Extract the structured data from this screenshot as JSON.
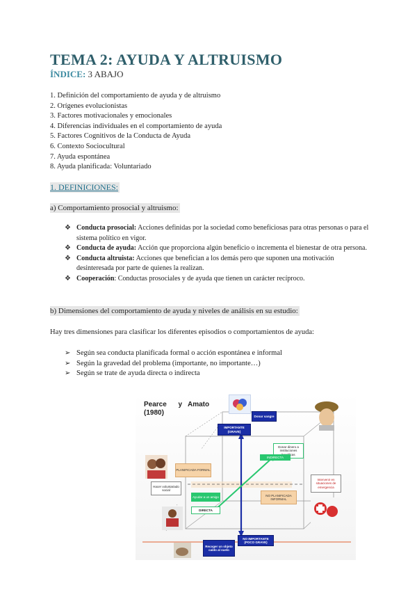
{
  "title": "TEMA 2: AYUDA Y ALTRUISMO",
  "indice": {
    "label": "ÍNDICE:",
    "value": "3 ABAJO"
  },
  "toc": [
    "1. Definición del comportamiento de ayuda y de altruismo",
    "2. Orígenes evolucionistas",
    "3. Factores motivacionales y emocionales",
    "4. Diferencias individuales en el comportamiento de ayuda",
    "5. Factores Cognitivos de la Conducta de Ayuda",
    "6. Contexto Sociocultural",
    "7. Ayuda espontánea",
    "8. Ayuda planificada: Voluntariado"
  ],
  "section1": "1. DEFINICIONES:",
  "subsection_a": "a) Comportamiento prosocial y altruismo:",
  "bullets": [
    {
      "term": "Conducta prosocial:",
      "text": " Acciones definidas por la sociedad como beneficiosas para otras personas o para el sistema político en vigor."
    },
    {
      "term": "Conducta de ayuda:",
      "text": " Acción que proporciona algún beneficio o incrementa el bienestar de otra persona."
    },
    {
      "term": "Conducta altruista:",
      "text": " Acciones que benefician a los demás pero que suponen una motivación desinteresada por parte de quienes la realizan."
    },
    {
      "term": "Cooperación",
      "text": ": Conductas prosociales y de ayuda que tienen un carácter recíproco."
    }
  ],
  "bullet_marker": "❖",
  "subsection_b": "b) Dimensiones del comportamiento de ayuda y niveles de análisis en su estudio:",
  "intro": "Hay tres dimensiones para clasificar los diferentes episodios o comportamientos de ayuda:",
  "arrow_marker": "➢",
  "dimensions": [
    "Según sea conducta planificada formal o acción espontánea e informal",
    "Según la gravedad del problema (importante, no importante…)",
    "Según se trate de ayuda directa o indirecta"
  ],
  "figure": {
    "title_line1": "Pearce      y   Amato",
    "title_line2": "(1980)",
    "labels": {
      "donar_sangre": "Donar sangre",
      "importante": "IMPORTANTE (GRAVE)",
      "donar_dinero": "Donar dinero a instituciones benéficas",
      "indirecta": "INDIRECTA",
      "planificada": "PLANIFICADA FORMAL",
      "intervenir": "Intervenir en situaciones de emergencia",
      "no_planificada": "NO PLANIFICADA INFORMAL",
      "ayudar_amigo": "Ayudar a un amigo",
      "directa": "DIRECTA",
      "no_importante": "NO IMPORTANTE (POCO GRAVE)",
      "recoger": "Recoger un objeto caído al suelo",
      "voluntariado": "Hacer voluntariado social"
    },
    "colors": {
      "blue": "#1b2ea6",
      "green": "#28c76f",
      "peach": "#f6d3a8",
      "axis_red": "#e06030"
    }
  }
}
